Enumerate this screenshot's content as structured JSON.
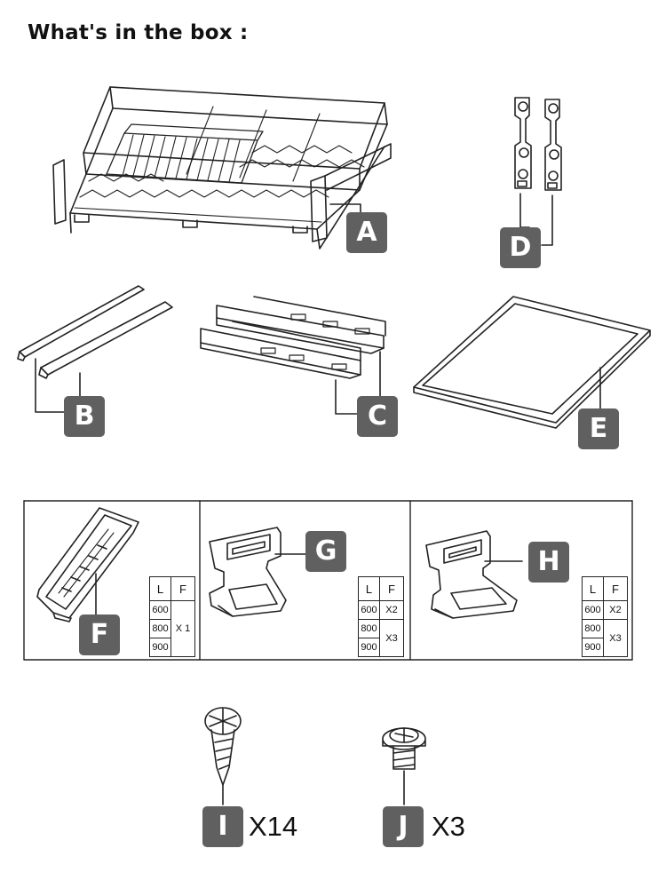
{
  "title": "What's in the box :",
  "parts": {
    "a": "A",
    "b": "B",
    "c": "C",
    "d": "D",
    "e": "E",
    "f": "F",
    "g": "G",
    "h": "H",
    "i": "I",
    "j": "J"
  },
  "quantities": {
    "i": "X14",
    "j": "X3"
  },
  "tables": {
    "f": {
      "h_l": "L",
      "h_f": "F",
      "r1_l": "600",
      "r2_l": "800",
      "r3_l": "900",
      "v_all": "X 1"
    },
    "g": {
      "h_l": "L",
      "h_f": "F",
      "r1_l": "600",
      "r1_f": "X2",
      "r2_l": "800",
      "r3_l": "900",
      "r23_f": "X3"
    },
    "h": {
      "h_l": "L",
      "h_f": "F",
      "r1_l": "600",
      "r1_f": "X2",
      "r2_l": "800",
      "r3_l": "900",
      "r23_f": "X3"
    }
  },
  "colors": {
    "badge": "#606060",
    "line": "#222222"
  }
}
